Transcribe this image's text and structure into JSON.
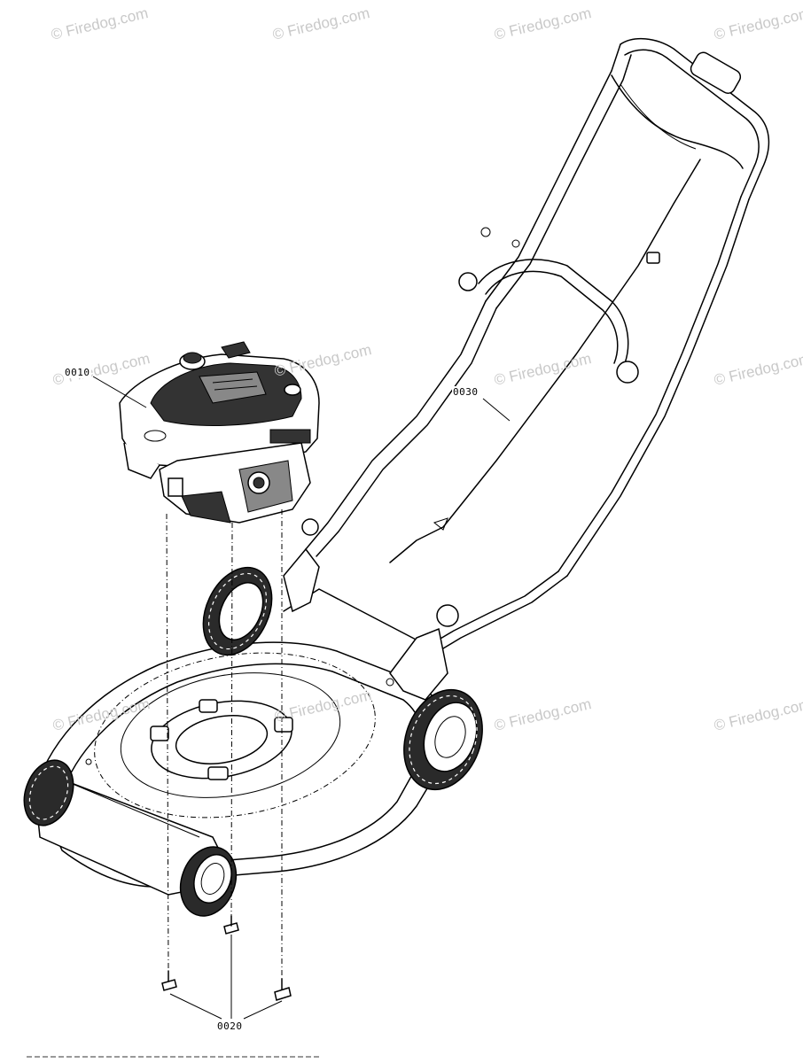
{
  "watermark": {
    "text": "© Firedog.com"
  },
  "callouts": {
    "engine": "0010",
    "screws": "0020",
    "handle_cable": "0030"
  }
}
